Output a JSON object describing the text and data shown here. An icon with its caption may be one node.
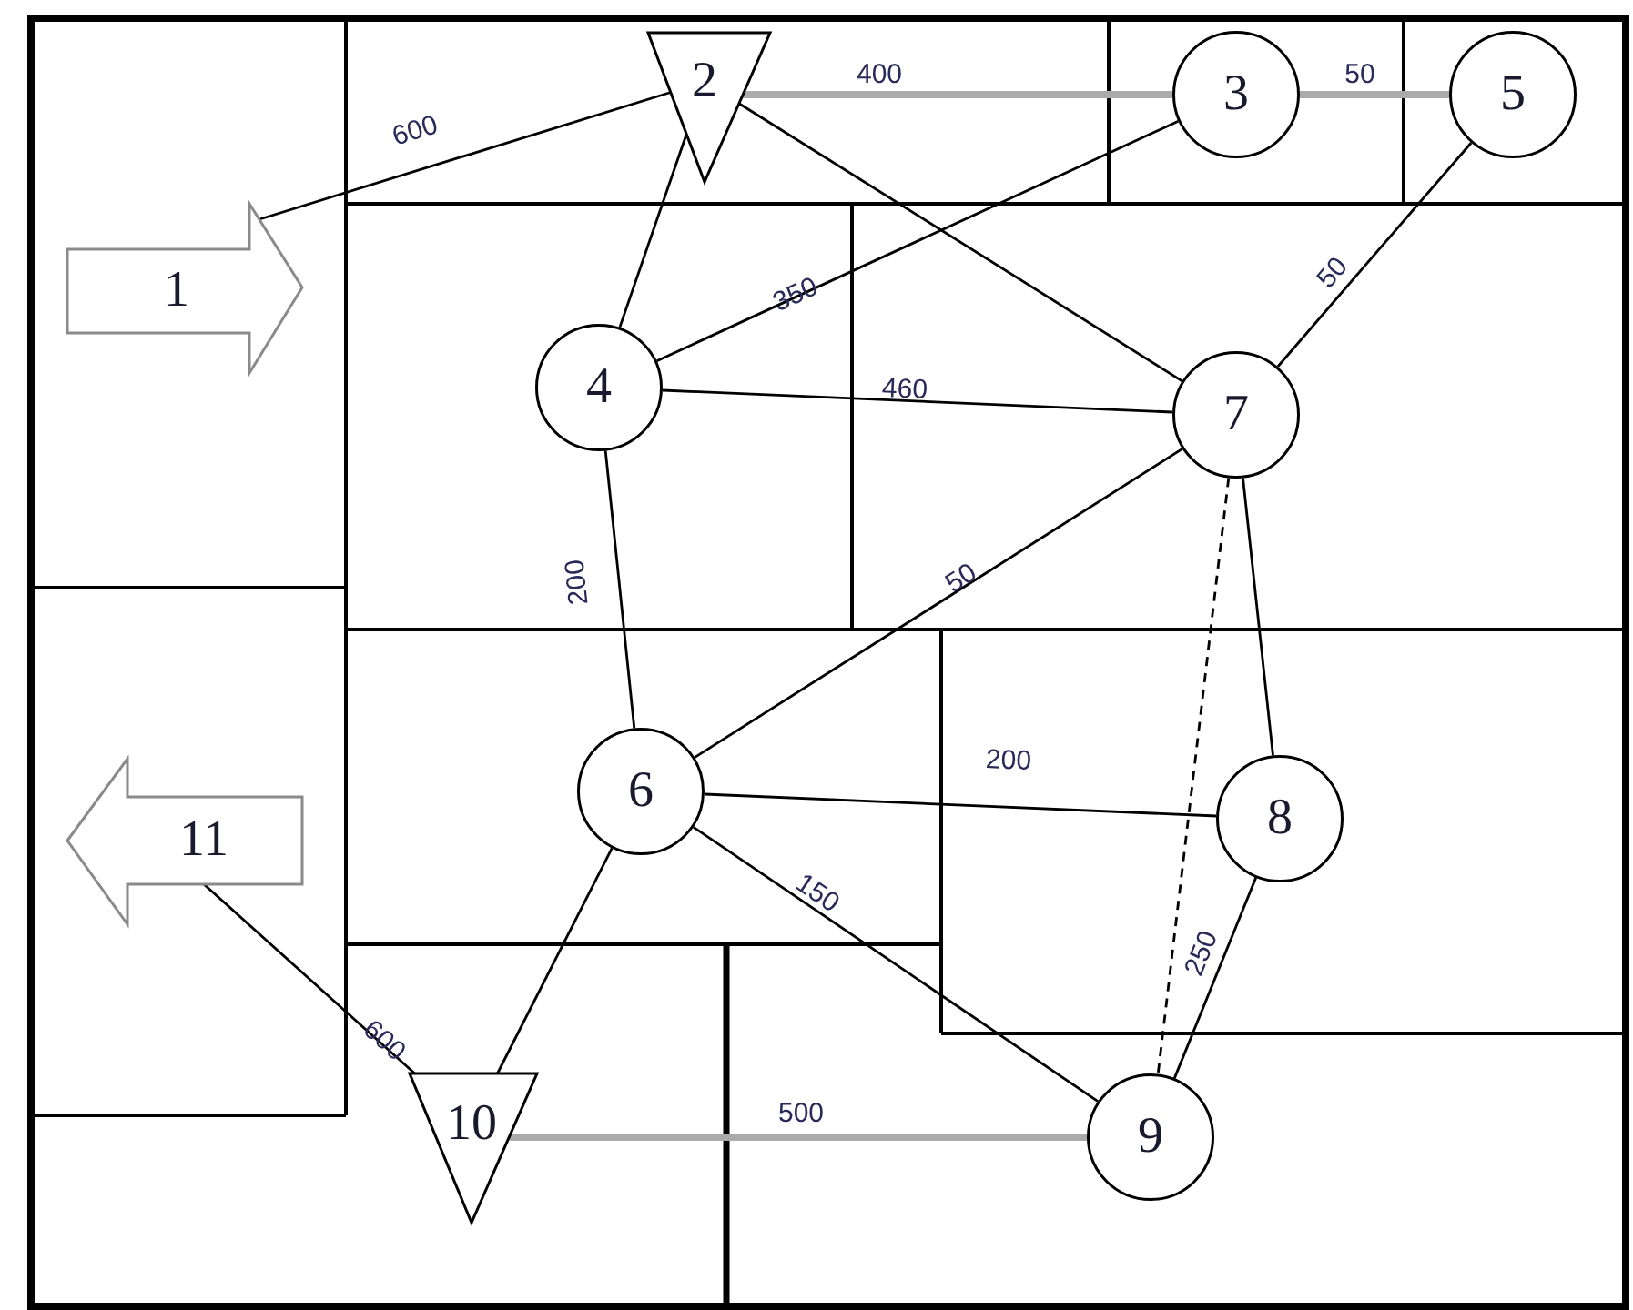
{
  "diagram": {
    "nodes": [
      {
        "text": [
          "1"
        ]
      },
      {
        "text": [
          "2"
        ]
      },
      {
        "text": [
          "3"
        ]
      },
      {
        "text": [
          "4"
        ]
      },
      {
        "text": [
          "5"
        ]
      },
      {
        "text": [
          "6"
        ]
      },
      {
        "text": [
          "7"
        ]
      },
      {
        "text": [
          "8"
        ]
      },
      {
        "text": [
          "9"
        ]
      },
      {
        "text": [
          "10"
        ]
      },
      {
        "text": [
          "11"
        ]
      }
    ],
    "edges": [
      {
        "from": 0,
        "to": 1,
        "arrow": "none",
        "label": "600"
      },
      {
        "from": 1,
        "to": 2,
        "arrow": "none",
        "label": "400",
        "style": "thick",
        "color": "#aaaaaa"
      },
      {
        "from": 2,
        "to": 4,
        "arrow": "none",
        "label": "50",
        "style": "thick",
        "color": "#aaaaaa"
      },
      {
        "from": 1,
        "to": 3,
        "arrow": "none"
      },
      {
        "from": 1,
        "to": 6,
        "arrow": "none"
      },
      {
        "from": 2,
        "to": 3,
        "arrow": "none",
        "label": "350"
      },
      {
        "from": 3,
        "to": 6,
        "arrow": "none",
        "label": "460"
      },
      {
        "from": 4,
        "to": 6,
        "arrow": "none",
        "label": "50"
      },
      {
        "from": 3,
        "to": 5,
        "arrow": "none",
        "label": "200"
      },
      {
        "from": 5,
        "to": 6,
        "arrow": "none",
        "label": "50"
      },
      {
        "from": 5,
        "to": 7,
        "arrow": "none",
        "label": "200"
      },
      {
        "from": 5,
        "to": 8,
        "arrow": "none",
        "label": "150"
      },
      {
        "from": 6,
        "to": 7,
        "arrow": "none"
      },
      {
        "from": 6,
        "to": 8,
        "arrow": "none",
        "style": "dashed"
      },
      {
        "from": 7,
        "to": 8,
        "arrow": "none",
        "label": "250"
      },
      {
        "from": 5,
        "to": 9,
        "arrow": "none"
      },
      {
        "from": 10,
        "to": 9,
        "arrow": "none",
        "label": "600"
      },
      {
        "from": 9,
        "to": 8,
        "arrow": "none",
        "label": "500",
        "style": "thick",
        "color": "#aaaaaa"
      }
    ]
  }
}
